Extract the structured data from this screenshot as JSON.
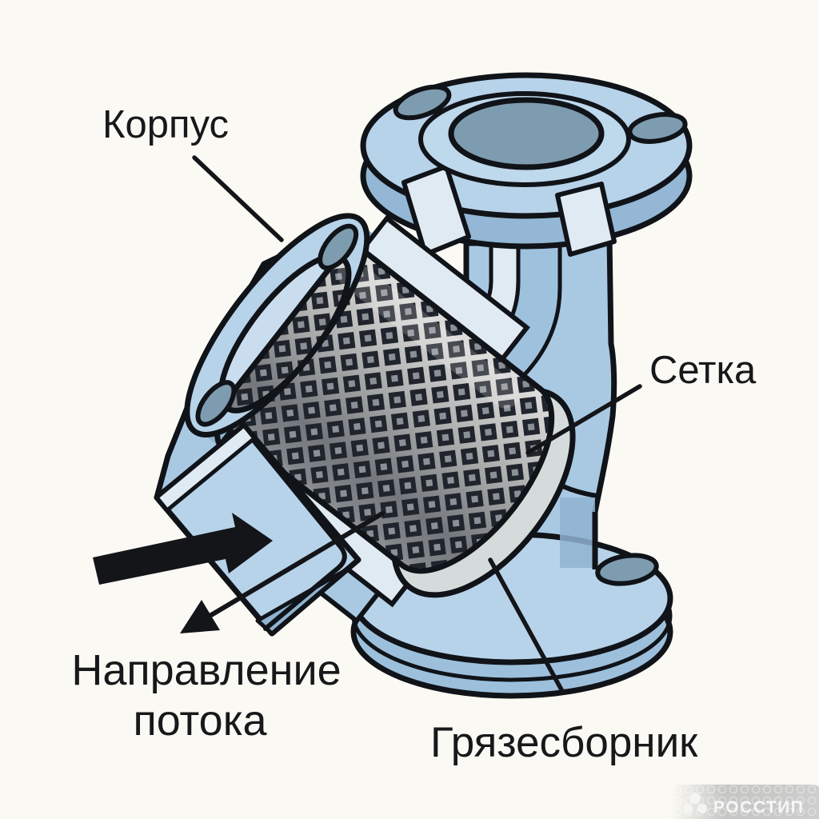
{
  "diagram": {
    "type": "labeled-technical-illustration",
    "subject": "Y-strainer pipe filter cutaway",
    "labels": {
      "body": "Корпус",
      "mesh": "Сетка",
      "flow_line1": "Направление",
      "flow_line2": "потока",
      "dirt_collector": "Грязесборник"
    }
  },
  "watermark": {
    "text": "РОССТИП"
  },
  "colors": {
    "background": "#faf9f3",
    "body_main": "#a9c9e3",
    "body_light_face": "#b7d3ea",
    "body_dark_side": "#93b7d4",
    "flange_shadow": "#8fb3d1",
    "cut_surface": "#e0eaf3",
    "bore_gray_blue": "#7e9cb0",
    "cavity_blue": "#9ec1de",
    "mesh_dark": "#20242c",
    "mesh_gray": "#8a9096",
    "seat_gray": "#d5dbdb",
    "outline": "#101318",
    "label_text": "#17181a",
    "arrow_black": "#141519",
    "watermark_gray": "#b5b5b5"
  }
}
